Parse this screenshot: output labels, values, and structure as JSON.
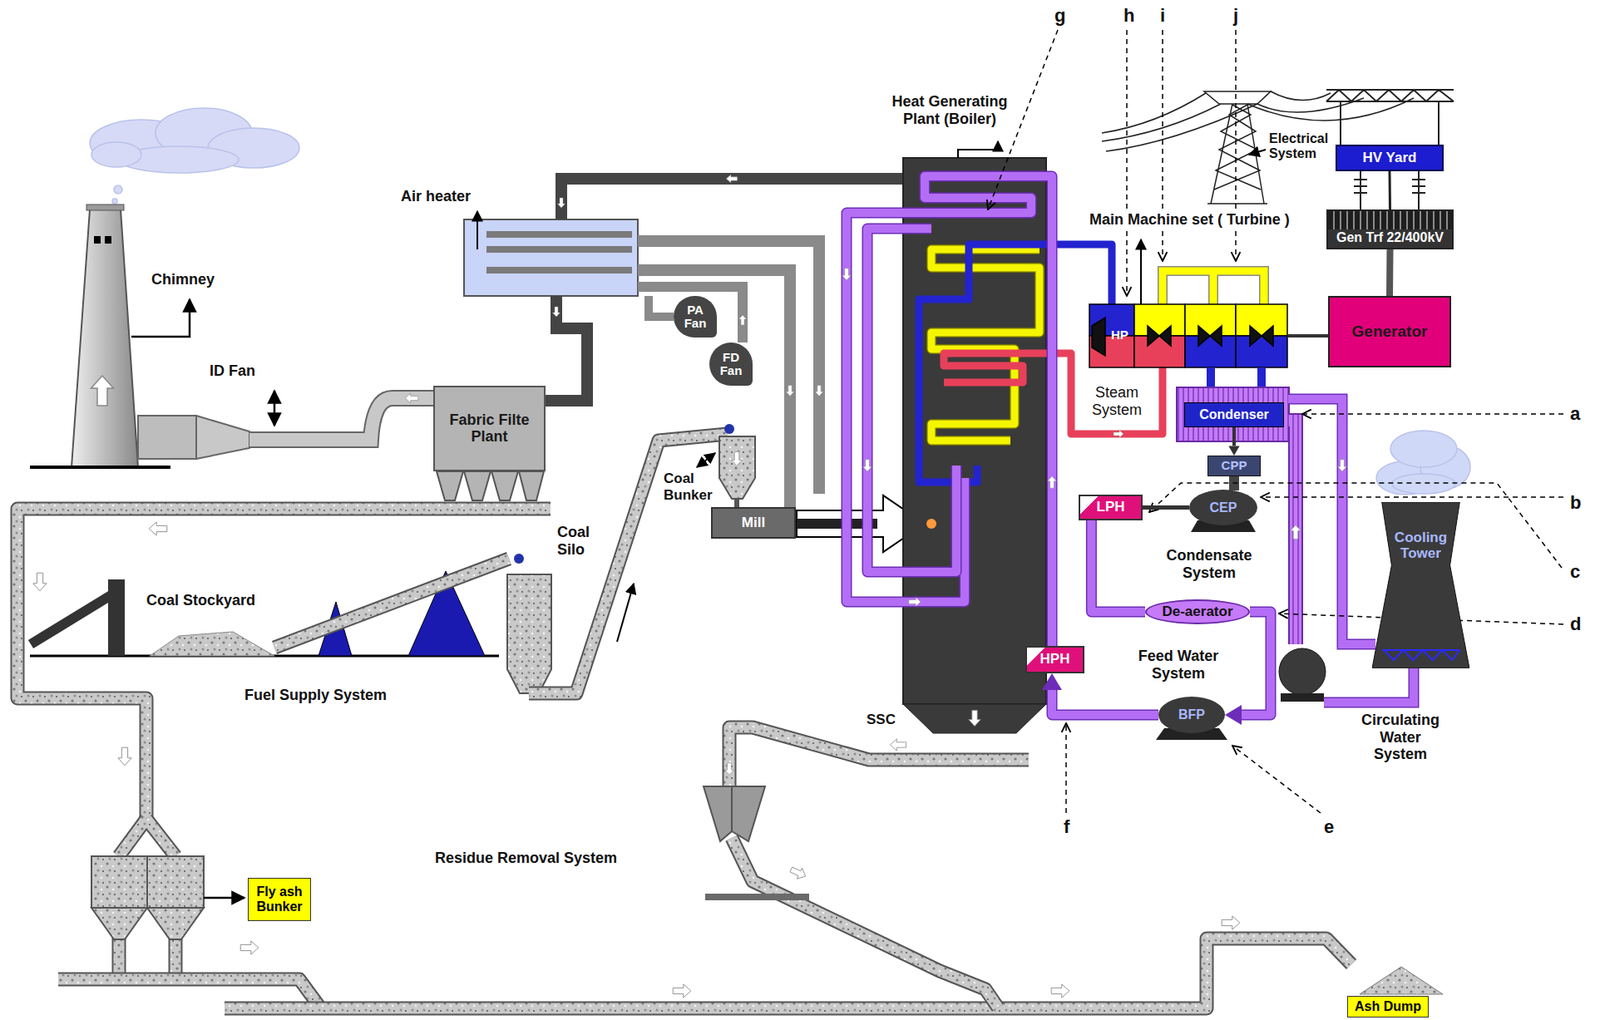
{
  "diagram": {
    "nodes": [
      {
        "text": [
          "HV Yard"
        ]
      },
      {
        "text": [
          "Gen Trf 22/400kV"
        ]
      },
      {
        "text": [
          "PA Fan"
        ]
      },
      {
        "text": [
          "FD Fan"
        ]
      },
      {
        "text": [
          "Generator"
        ]
      },
      {
        "text": [
          "Fabric Filte Plant"
        ]
      },
      {
        "text": [
          "Condenser"
        ]
      },
      {
        "text": [
          "CPP"
        ]
      },
      {
        "text": [
          "Mill"
        ]
      },
      {
        "text": [
          "CEP"
        ]
      },
      {
        "text": [
          "LPH"
        ]
      },
      {
        "text": [
          "Cooling Tower"
        ]
      },
      {
        "text": [
          "De-aerator"
        ]
      },
      {
        "text": [
          "HPH"
        ]
      },
      {
        "text": [
          "BFP"
        ]
      },
      {
        "text": [
          "Fly ash Bunker"
        ]
      },
      {
        "text": [
          "Ash Dump"
        ]
      }
    ],
    "edges": [
      {
        "from": 6,
        "to": 7,
        "arrow": "to"
      },
      {
        "from": 9,
        "to": 10,
        "arrow": "none"
      },
      {
        "from": 10,
        "to": 12,
        "arrow": "none"
      },
      {
        "from": 12,
        "to": 14,
        "arrow": "to"
      },
      {
        "from": 14,
        "to": 13,
        "arrow": "to"
      },
      {
        "from": 4,
        "to": 1,
        "arrow": "none"
      },
      {
        "from": 1,
        "to": 0,
        "arrow": "none"
      }
    ],
    "labels": [
      "g",
      "h",
      "i",
      "j",
      "Heat Generating Plant (Boiler)",
      "Electrical System",
      "Air heater",
      "Main Machine set ( Turbine )",
      "Chimney",
      "HP",
      "ID Fan",
      "Steam System",
      "a",
      "Coal Bunker",
      "b",
      "Coal Silo",
      "Condensate System",
      "c",
      "Coal Stockyard",
      "d",
      "Fuel Supply System",
      "SSC",
      "Feed Water System",
      "Circulating Water System",
      "Residue Removal System",
      "e",
      "f"
    ]
  }
}
